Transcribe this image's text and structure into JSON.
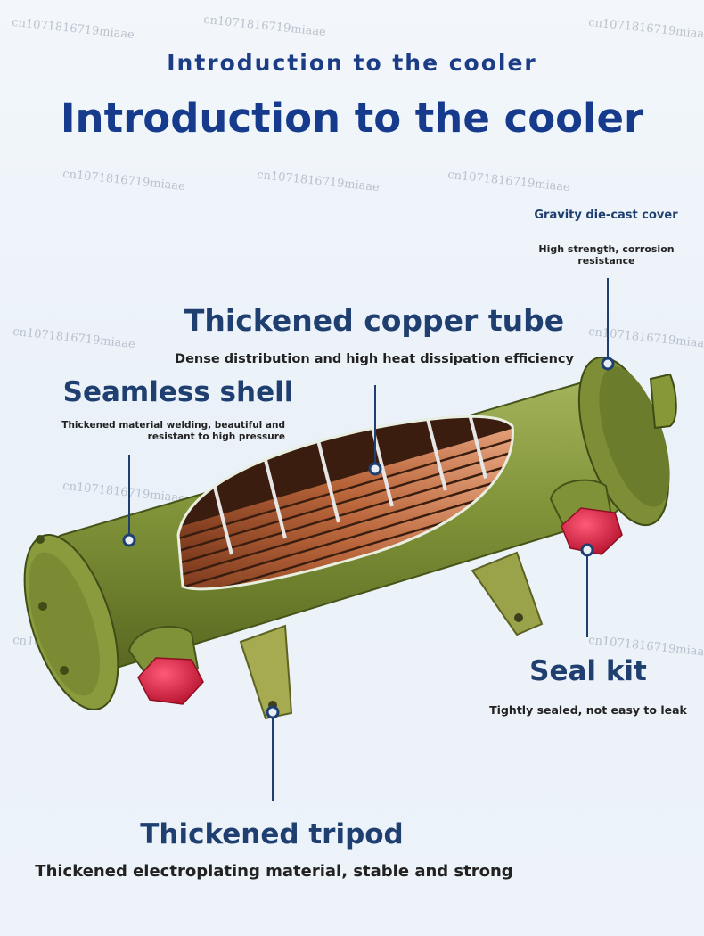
{
  "header": {
    "subtitle": "Introduction to the cooler",
    "title": "Introduction to the cooler"
  },
  "labels": {
    "cover": {
      "heading": "Gravity die-cast cover",
      "desc": "High strength, corrosion resistance"
    },
    "tube": {
      "heading": "Thickened copper tube",
      "desc": "Dense distribution and high heat dissipation efficiency"
    },
    "shell": {
      "heading": "Seamless shell",
      "desc": "Thickened material welding, beautiful and resistant to high pressure"
    },
    "seal": {
      "heading": "Seal kit",
      "desc": "Tightly sealed, not easy to leak"
    },
    "tripod": {
      "heading": "Thickened tripod",
      "desc": "Thickened electroplating material, stable and strong"
    }
  },
  "watermark": "cn1071816719miaae",
  "colors": {
    "title": "#173b8c",
    "heading": "#1f3f70",
    "shell": "#7a8c36",
    "copper": "#b8643a",
    "cap": "#d81f3f",
    "leader": "#1f3f70"
  }
}
